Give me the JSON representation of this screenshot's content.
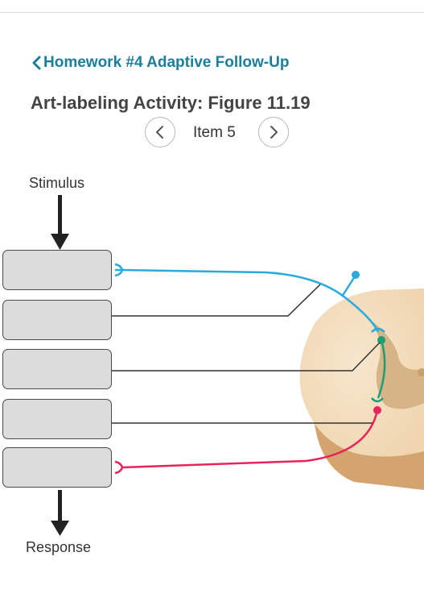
{
  "header": {
    "back_link_label": "Homework #4 Adaptive Follow-Up",
    "title": "Art-labeling Activity: Figure 11.19"
  },
  "navigation": {
    "item_label": "Item 5",
    "prev_icon": "chevron-left-icon",
    "next_icon": "chevron-right-icon"
  },
  "diagram": {
    "stimulus_label": "Stimulus",
    "response_label": "Response",
    "label_boxes": [
      "",
      "",
      "",
      "",
      ""
    ],
    "colors": {
      "sensory_neuron": "#29aadf",
      "interneuron": "#1a9e78",
      "motor_neuron": "#e8245a",
      "leader_line": "#333333",
      "label_box_fill": "#dcdcdc"
    }
  },
  "colors": {
    "accent": "#1a7f9c",
    "title_text": "#444444"
  }
}
